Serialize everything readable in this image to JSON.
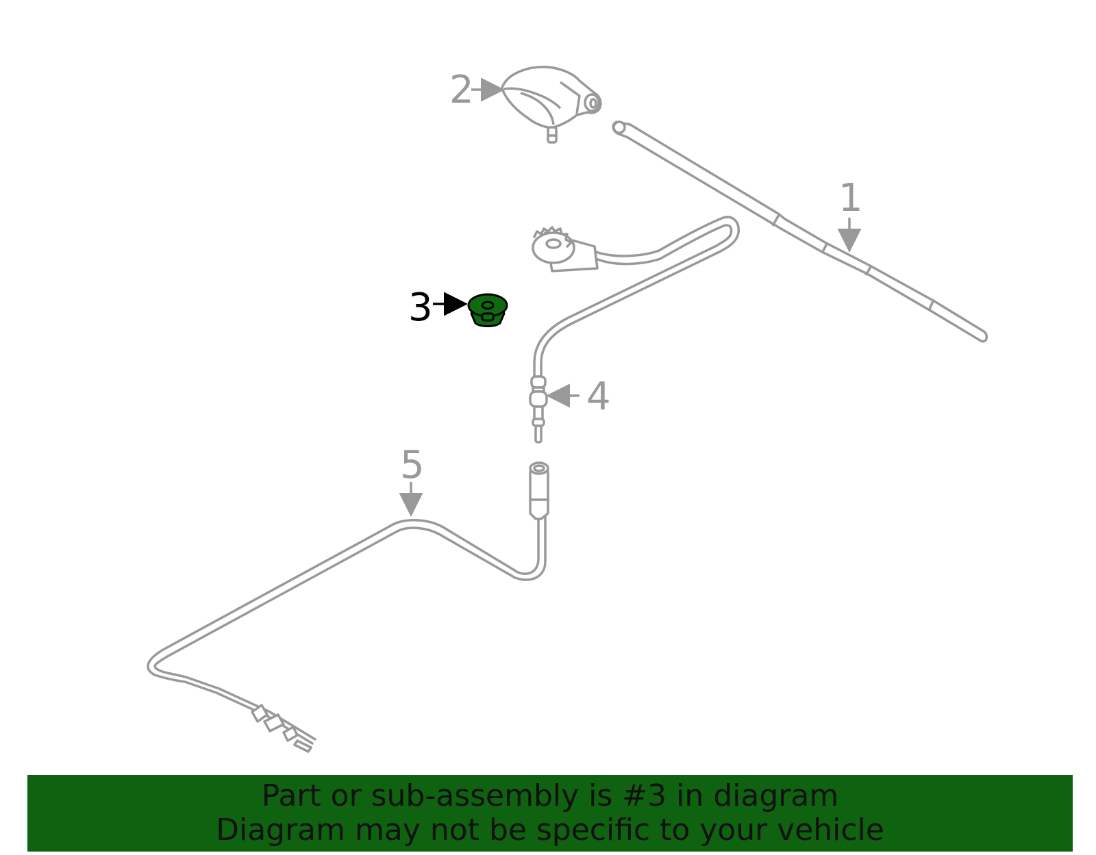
{
  "diagram": {
    "callouts": [
      {
        "id": "1",
        "label": "1",
        "highlighted": false
      },
      {
        "id": "2",
        "label": "2",
        "highlighted": false
      },
      {
        "id": "3",
        "label": "3",
        "highlighted": true
      },
      {
        "id": "4",
        "label": "4",
        "highlighted": false
      },
      {
        "id": "5",
        "label": "5",
        "highlighted": false
      }
    ],
    "parts": [
      {
        "id": "1",
        "icon": "antenna-mast-icon"
      },
      {
        "id": "2",
        "icon": "antenna-base-icon"
      },
      {
        "id": "3",
        "icon": "grommet-icon"
      },
      {
        "id": "4",
        "icon": "antenna-cable-icon"
      },
      {
        "id": "5",
        "icon": "extension-cable-icon"
      }
    ]
  },
  "banner": {
    "line1": "Part or sub-assembly is #3 in diagram",
    "line2": "Diagram may not be specific to your vehicle"
  },
  "colors": {
    "line_art": "#999999",
    "highlight": "#0f6b0f",
    "highlight_text": "#000000",
    "banner_bg": "#0f620f",
    "banner_text": "#111111"
  }
}
